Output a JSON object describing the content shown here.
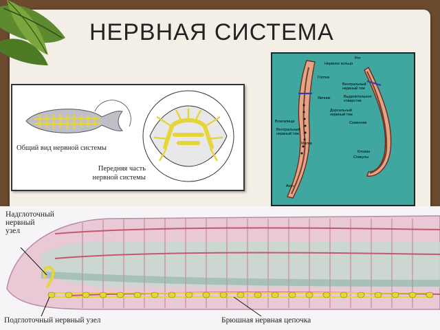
{
  "slide": {
    "title": "НЕРВНАЯ СИСТЕМА",
    "colors": {
      "background": "#6b4a2e",
      "paper": "#f3efe6",
      "nerve": "#f2e44b",
      "worm_panel": "#3fa6a0"
    }
  },
  "figure_planaria": {
    "caption_general": "Общий вид нервной системы",
    "caption_front_line1": "Передняя часть",
    "caption_front_line2": "нервной системы"
  },
  "figure_roundworm": {
    "labels": {
      "mouth": "Рот",
      "nerve_ring": "Нервное кольцо",
      "pharynx": "Глотка",
      "ventral_cord_top_1": "Вентральный",
      "ventral_cord_top_2": "нервный тяж",
      "ovary": "Яичник",
      "excretory_1": "Выделительное",
      "excretory_2": "отверстие",
      "dorsal_1": "Дорсальный",
      "dorsal_2": "нервный тяж",
      "vagina": "Влагалище",
      "seminal": "Семенник",
      "ventral_cord_mid_1": "Вентральный",
      "ventral_cord_mid_2": "нервный тяж",
      "uterus": "Матка",
      "cloaca": "Клоака",
      "spicules": "Спикулы",
      "anus": "Анус"
    }
  },
  "figure_earthworm": {
    "label_supra_1": "Надглоточный",
    "label_supra_2": "нервный",
    "label_supra_3": "узел",
    "label_sub": "Подглоточный нервный узел",
    "label_ventral": "Брюшная нервная цепочка"
  }
}
